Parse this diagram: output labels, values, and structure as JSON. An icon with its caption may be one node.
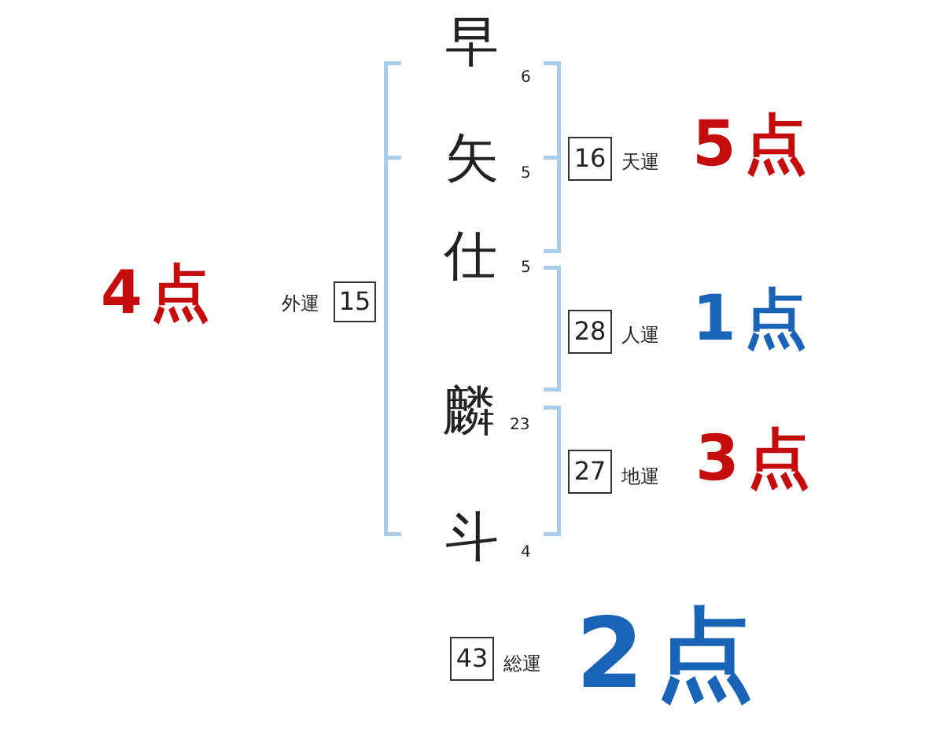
{
  "diagram": {
    "nodes": [
      {
        "text": [
          "16"
        ],
        "beside": [
          "天運",
          "5点"
        ]
      },
      {
        "text": [
          "15"
        ],
        "beside": [
          "外運",
          "4点"
        ]
      },
      {
        "text": [
          "28"
        ],
        "beside": [
          "人運",
          "1点"
        ]
      },
      {
        "text": [
          "27"
        ],
        "beside": [
          "地運",
          "3点"
        ]
      },
      {
        "text": [
          "43"
        ],
        "beside": [
          "総運",
          "2点"
        ]
      }
    ],
    "labels": [
      "早",
      "6",
      "矢",
      "5",
      "仕",
      "5",
      "麟",
      "23",
      "斗",
      "4"
    ]
  }
}
